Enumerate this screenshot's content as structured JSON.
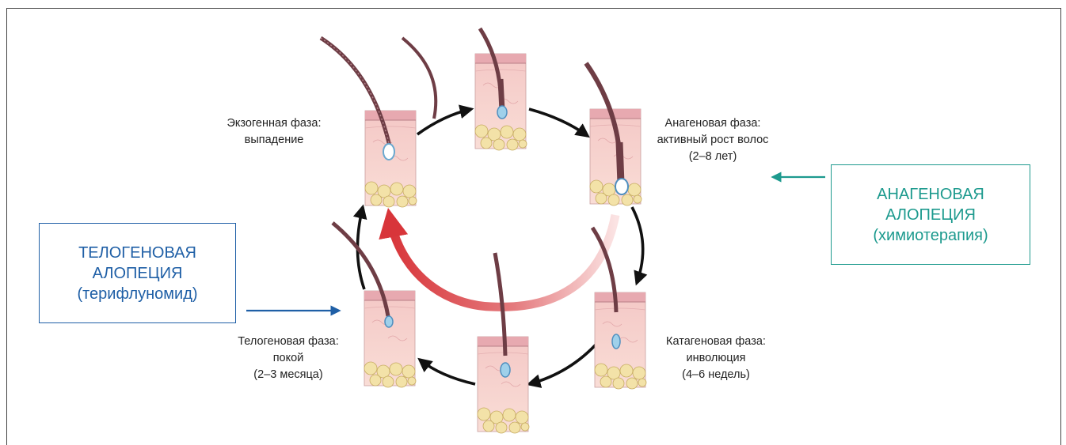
{
  "phases": {
    "exogen": {
      "line1": "Экзогенная фаза:",
      "line2": "выпадение"
    },
    "anagen": {
      "line1": "Анагеновая фаза:",
      "line2": "активный рост волос",
      "line3": "(2–8 лет)"
    },
    "catagen": {
      "line1": "Катагеновая фаза:",
      "line2": "инволюция",
      "line3": "(4–6 недель)"
    },
    "telogen": {
      "line1": "Телогеновая фаза:",
      "line2": "покой",
      "line3": "(2–3 месяца)"
    }
  },
  "callouts": {
    "telogen_alopecia": {
      "line1": "ТЕЛОГЕНОВАЯ",
      "line2": "АЛОПЕЦИЯ",
      "line3": "(терифлуномид)",
      "color": "#1f5fa6"
    },
    "anagen_alopecia": {
      "line1": "АНАГЕНОВАЯ",
      "line2": "АЛОПЕЦИЯ",
      "line3": "(химиотерапия)",
      "color": "#1d9a8e"
    }
  },
  "icons": {
    "follicle": "hair-follicle-skin-section",
    "cycle_arrow": "black-curved-arrow",
    "red_arrow": "red-curved-arrow"
  }
}
